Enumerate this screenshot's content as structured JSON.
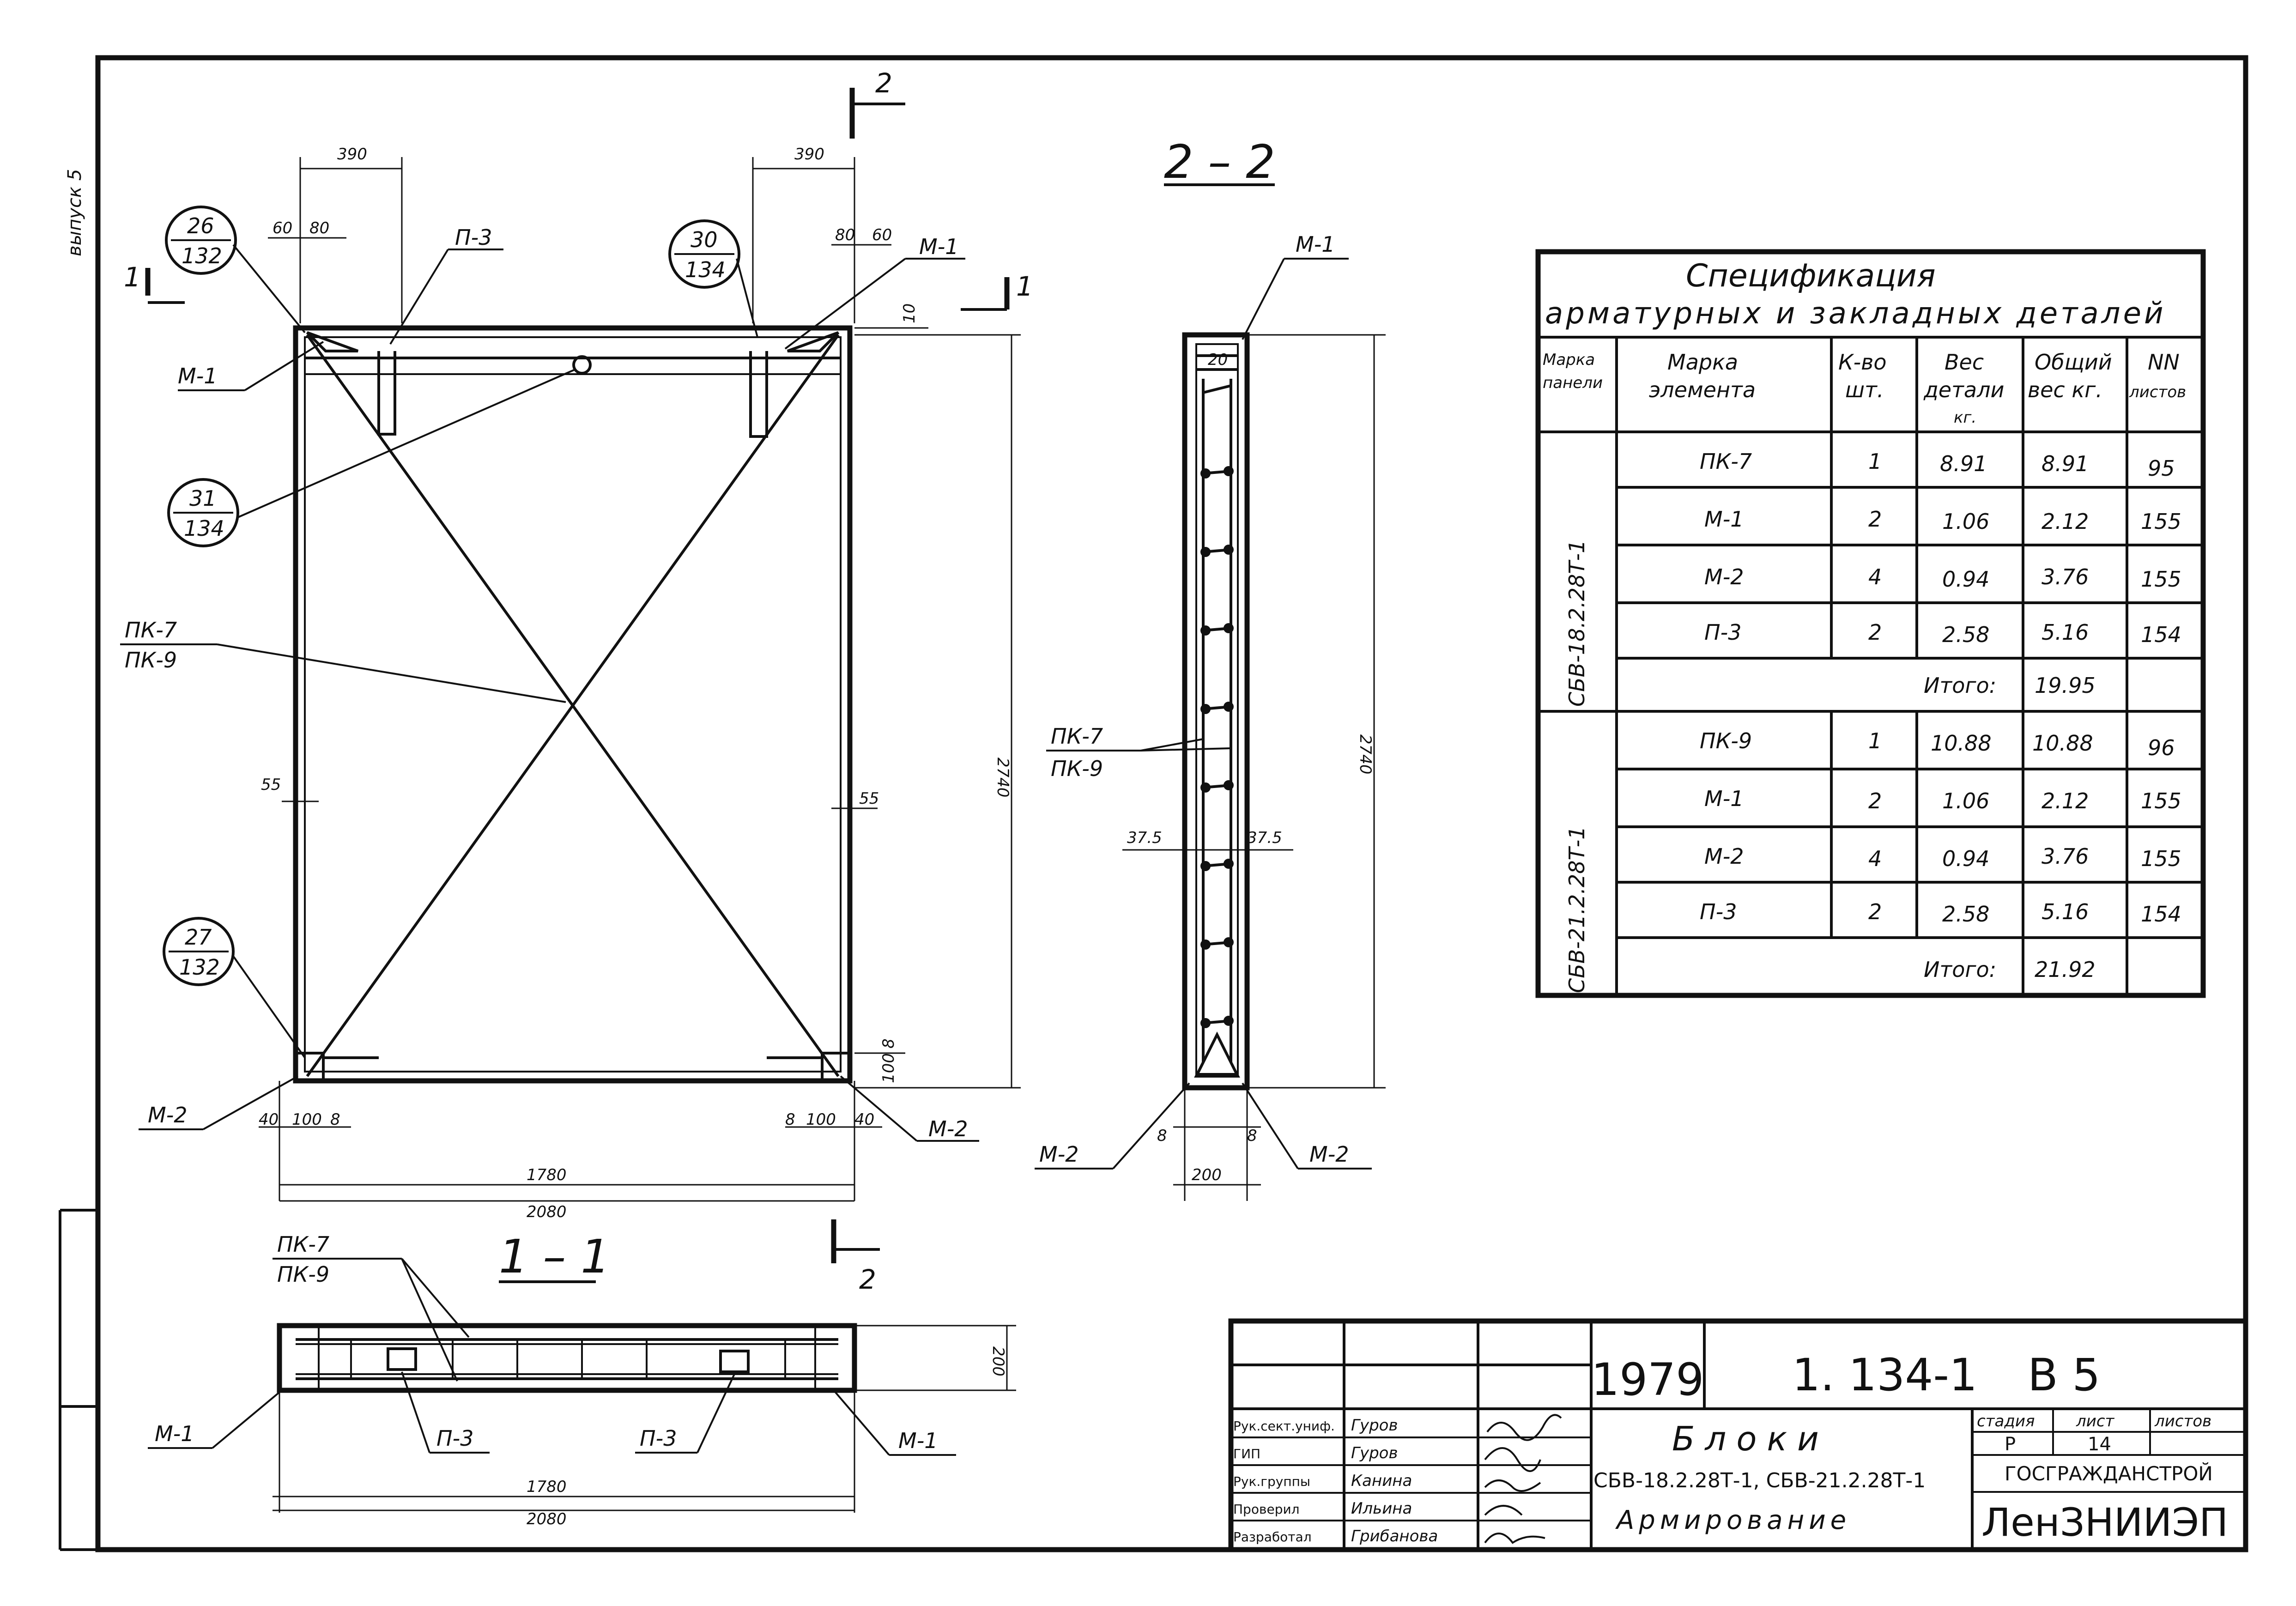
{
  "margin_note": "выпуск 5",
  "plan": {
    "dim_top_left": "390",
    "dim_top_right": "390",
    "dim_60_left": "60",
    "dim_80_left": "80",
    "dim_80_right": "80",
    "dim_60_right": "60",
    "dim_10": "10",
    "dim_55_left": "55",
    "dim_55_right": "55",
    "dim_height": "2740",
    "dim_40_l": "40",
    "dim_100_l": "100",
    "dim_8_l": "8",
    "dim_8_r": "8",
    "dim_100_r": "100",
    "dim_40_r": "40",
    "dim_100_v": "100",
    "dim_8_v": "8",
    "dim_inner": "1780",
    "dim_outer": "2080",
    "ref_26_top": "26",
    "ref_26_bottom": "132",
    "ref_30_top": "30",
    "ref_30_bottom": "134",
    "ref_31_top": "31",
    "ref_31_bottom": "134",
    "ref_27_top": "27",
    "ref_27_bottom": "132",
    "label_m1_left": "М-1",
    "label_m1_right": "М-1",
    "label_p3": "П-3",
    "label_pk7": "ПК-7",
    "label_pk9": "ПК-9",
    "label_m2_left": "М-2",
    "label_m2_right": "М-2",
    "cut1_num": "1",
    "cut1_num_r": "1",
    "cut2_num": "2",
    "cut2_num_b": "2"
  },
  "section22": {
    "title": "2 – 2",
    "label_m1": "М-1",
    "label_pk7": "ПК-7",
    "label_pk9": "ПК-9",
    "dim_20": "20",
    "dim_height": "2740",
    "dim_375_l": "37.5",
    "dim_375_r": "37.5",
    "dim_8_l": "8",
    "dim_8_r": "8",
    "dim_width": "200",
    "label_m2_left": "М-2",
    "label_m2_right": "М-2"
  },
  "section11": {
    "title": "1 – 1",
    "label_pk7": "ПК-7",
    "label_pk9": "ПК-9",
    "label_m1_left": "М-1",
    "label_m1_right": "М-1",
    "label_p3_left": "П-3",
    "label_p3_right": "П-3",
    "dim_height": "200",
    "dim_inner": "1780",
    "dim_outer": "2080"
  },
  "spec": {
    "title1": "Спецификация",
    "title2": "арматурных и закладных деталей",
    "headers": [
      "Марка панели",
      "Марка элемента",
      "К-во шт.",
      "Вес детали кг.",
      "Общий вес кг.",
      "NN листов"
    ],
    "h_panel": [
      "Марка",
      "панели"
    ],
    "h_elem": [
      "Марка",
      "элемента"
    ],
    "h_qty": [
      "К-во",
      "шт."
    ],
    "h_w": [
      "Вес",
      "детали",
      "кг."
    ],
    "h_tw": [
      "Общий",
      "вес кг."
    ],
    "h_sheets": [
      "NN",
      "листов"
    ],
    "groups": [
      {
        "panel": "СБВ-18.2.28Т-1",
        "rows": [
          {
            "elem": "ПК-7",
            "qty": "1",
            "w": "8.91",
            "tw": "8.91",
            "sheet": "95"
          },
          {
            "elem": "М-1",
            "qty": "2",
            "w": "1.06",
            "tw": "2.12",
            "sheet": "155"
          },
          {
            "elem": "М-2",
            "qty": "4",
            "w": "0.94",
            "tw": "3.76",
            "sheet": "155"
          },
          {
            "elem": "П-3",
            "qty": "2",
            "w": "2.58",
            "tw": "5.16",
            "sheet": "154"
          }
        ],
        "total_label": "Итого:",
        "total": "19.95"
      },
      {
        "panel": "СБВ-21.2.28Т-1",
        "rows": [
          {
            "elem": "ПК-9",
            "qty": "1",
            "w": "10.88",
            "tw": "10.88",
            "sheet": "96"
          },
          {
            "elem": "М-1",
            "qty": "2",
            "w": "1.06",
            "tw": "2.12",
            "sheet": "155"
          },
          {
            "elem": "М-2",
            "qty": "4",
            "w": "0.94",
            "tw": "3.76",
            "sheet": "155"
          },
          {
            "elem": "П-3",
            "qty": "2",
            "w": "2.58",
            "tw": "5.16",
            "sheet": "154"
          }
        ],
        "total_label": "Итого:",
        "total": "21.92"
      }
    ]
  },
  "title_block": {
    "year": "1979",
    "code": "1. 134-1",
    "issue": "В 5",
    "roles": [
      {
        "role": "Рук.сект.униф.",
        "name": "Гуров"
      },
      {
        "role": "ГИП",
        "name": "Гуров"
      },
      {
        "role": "Рук.группы",
        "name": "Канина"
      },
      {
        "role": "Проверил",
        "name": "Ильина"
      },
      {
        "role": "Разработал",
        "name": "Грибанова"
      }
    ],
    "name1": "Блоки",
    "name2": "СБВ-18.2.28Т-1, СБВ-21.2.28Т-1",
    "name3": "Армирование",
    "stage_h": "стадия",
    "sheet_h": "лист",
    "sheets_h": "листов",
    "stage": "Р",
    "sheet": "14",
    "org1": "ГОСГРАЖДАНСТРОЙ",
    "org2": "ЛенЗНИИЭП"
  }
}
